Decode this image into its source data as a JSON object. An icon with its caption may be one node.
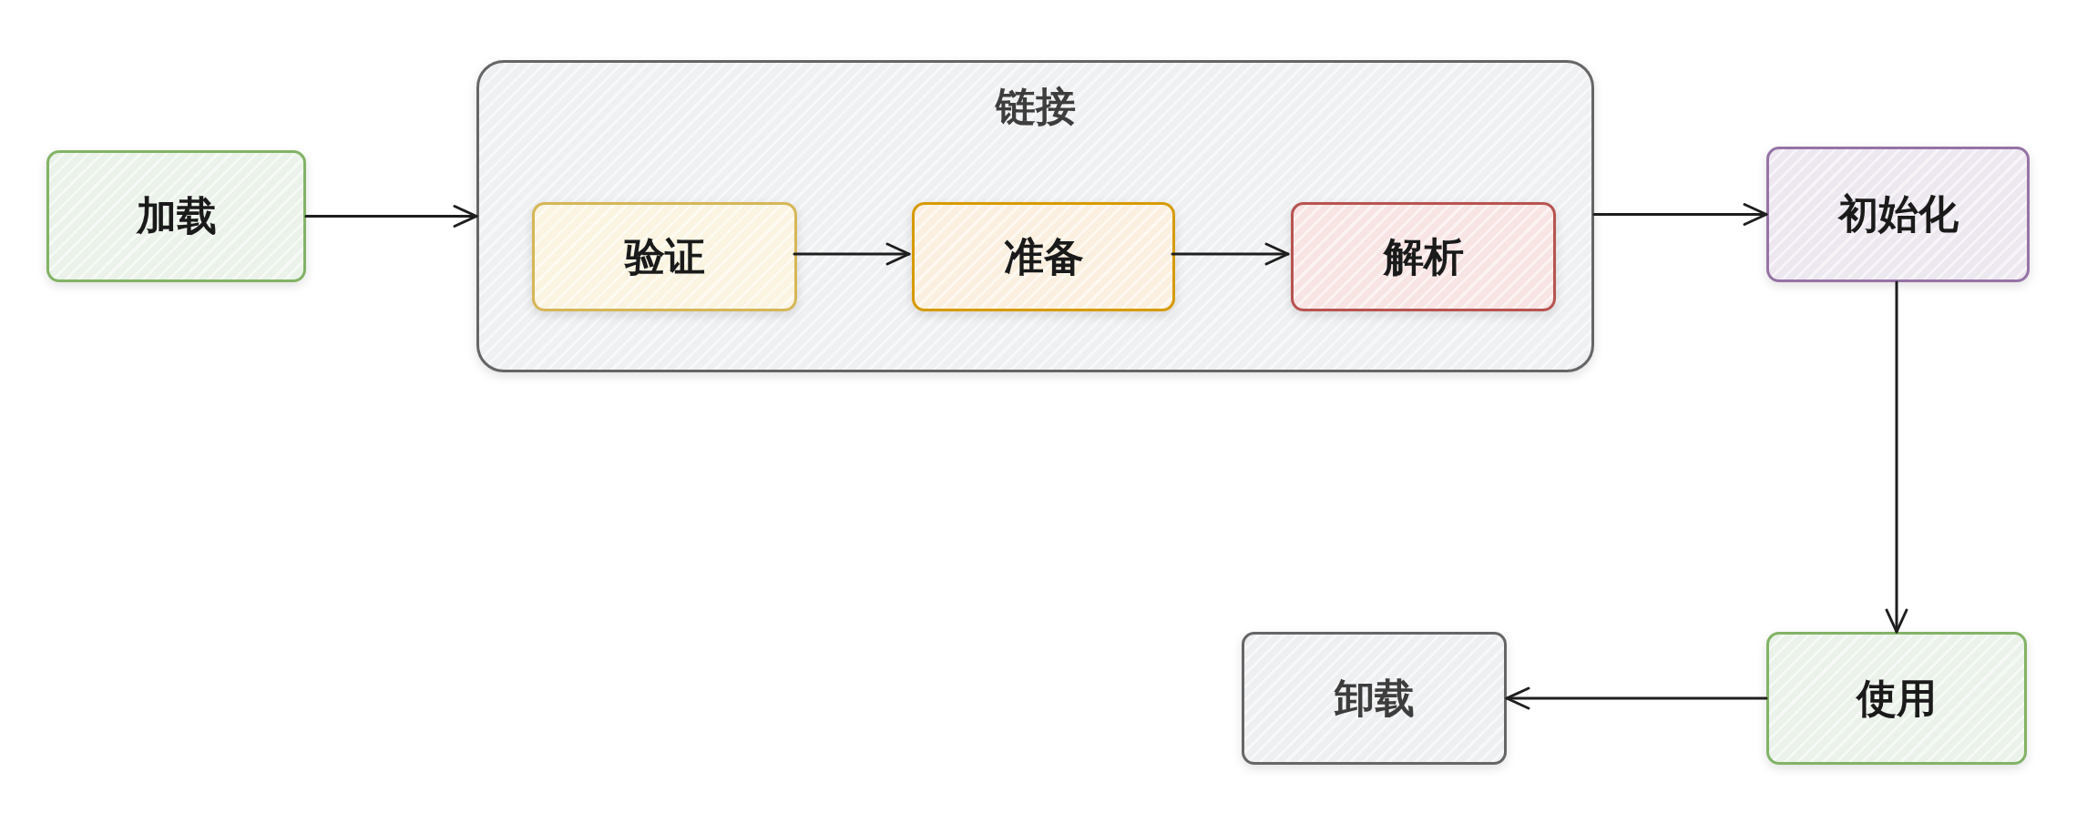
{
  "diagram": {
    "nodes": [
      {
        "text": [
          "加载"
        ]
      },
      {
        "text": [
          "链接"
        ]
      },
      {
        "text": [
          "验证"
        ],
        "in": 1
      },
      {
        "text": [
          "准备"
        ],
        "in": 1
      },
      {
        "text": [
          "解析"
        ],
        "in": 1
      },
      {
        "text": [
          "初始化"
        ]
      },
      {
        "text": [
          "使用"
        ]
      },
      {
        "text": [
          "卸载"
        ]
      }
    ],
    "edges": [
      {
        "from": 0,
        "to": 1,
        "arrow": "to"
      },
      {
        "from": 2,
        "to": 3,
        "arrow": "to"
      },
      {
        "from": 3,
        "to": 4,
        "arrow": "to"
      },
      {
        "from": 1,
        "to": 5,
        "arrow": "to"
      },
      {
        "from": 5,
        "to": 6,
        "arrow": "to"
      },
      {
        "from": 6,
        "to": 7,
        "arrow": "to"
      }
    ]
  }
}
